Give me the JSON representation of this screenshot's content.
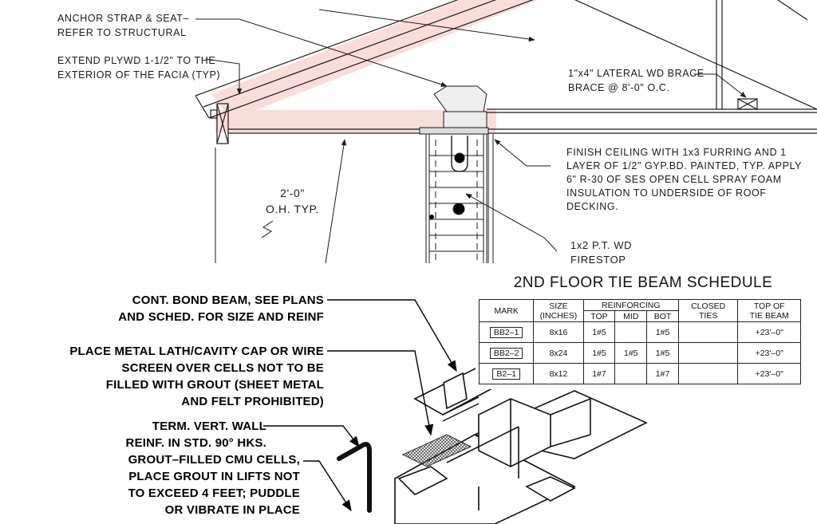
{
  "notes": {
    "anchor_strap": [
      "ANCHOR STRAP & SEAT–",
      "REFER TO STRUCTURAL"
    ],
    "extend_plywood": [
      "EXTEND PLYWD 1-1/2\" TO THE",
      "EXTERIOR OF THE FACIA (TYP)"
    ],
    "lateral_brace": [
      "1\"x4\" LATERAL WD BRACE",
      "BRACE @ 8'-0\" O.C."
    ],
    "finish_ceiling": [
      "FINISH CEILING WITH 1x3 FURRING AND 1",
      "LAYER OF 1/2\" GYP.BD. PAINTED, TYP.  APPLY",
      "6\" R-30 OF SES OPEN CELL SPRAY FOAM",
      "INSULATION TO UNDERSIDE OF ROOF",
      "DECKING."
    ],
    "overhang": [
      "2'-0\"",
      "O.H. TYP."
    ],
    "firestop": [
      "1x2  P.T.  WD",
      "FIRESTOP"
    ]
  },
  "bond_beam_notes": {
    "bond_beam": [
      "CONT. BOND BEAM, SEE PLANS",
      "AND SCHED. FOR SIZE AND REINF"
    ],
    "metal_lath": [
      "PLACE METAL LATH/CAVITY CAP OR WIRE",
      "SCREEN OVER CELLS NOT TO BE",
      "FILLED WITH GROUT (SHEET METAL",
      "AND FELT PROHIBITED)"
    ],
    "vert_reinf": [
      "TERM. VERT. WALL",
      "REINF. IN STD. 90° HKS."
    ],
    "grout_cells": [
      "GROUT–FILLED CMU CELLS,",
      "PLACE GROUT IN LIFTS NOT",
      "TO EXCEED 4 FEET; PUDDLE",
      "OR VIBRATE IN PLACE"
    ]
  },
  "schedule": {
    "title": "2ND FLOOR TIE BEAM SCHEDULE",
    "headers": {
      "mark": "MARK",
      "size": [
        "SIZE",
        "(INCHES)"
      ],
      "reinforcing": "REINFORCING",
      "top": "TOP",
      "mid": "MID",
      "bot": "BOT",
      "closed_ties": [
        "CLOSED",
        "TIES"
      ],
      "top_of_tie_beam": [
        "TOP  OF",
        "TIE  BEAM"
      ]
    },
    "rows": [
      {
        "mark": "BB2–1",
        "size": "8x16",
        "top": "1#5",
        "mid": "",
        "bot": "1#5",
        "ties": "",
        "elev": "+23'–0\""
      },
      {
        "mark": "BB2–2",
        "size": "8x24",
        "top": "1#5",
        "mid": "1#5",
        "bot": "1#5",
        "ties": "",
        "elev": "+23'–0\""
      },
      {
        "mark": "B2–1",
        "size": "8x12",
        "top": "1#7",
        "mid": "",
        "bot": "1#7",
        "ties": "",
        "elev": "+23'–0\""
      }
    ]
  },
  "colors": {
    "highlight": "#f8d2cc",
    "line": "#1a1a1a",
    "mesh": "#333333"
  }
}
